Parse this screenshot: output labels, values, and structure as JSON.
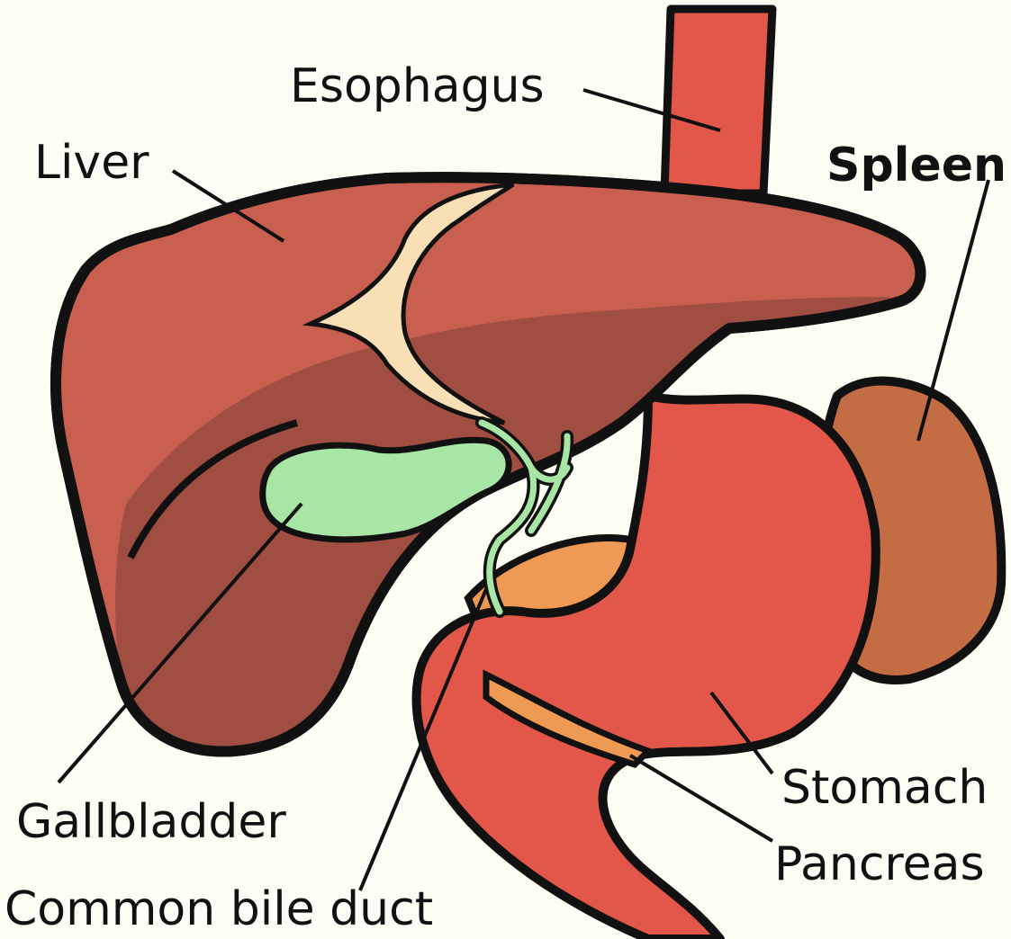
{
  "labels": {
    "esophagus": "Esophagus",
    "liver": "Liver",
    "spleen": "Spleen",
    "gallbladder": "Gallbladder",
    "common_bile_duct": "Common bile duct",
    "stomach": "Stomach",
    "pancreas": "Pancreas"
  },
  "colors": {
    "background": "#fdfdf3",
    "liver_light": "#c9604f",
    "liver_dark": "#a04e42",
    "esophagus_stomach": "#e2574a",
    "spleen": "#c46d45",
    "gallbladder": "#a8e6a6",
    "pancreas": "#ee9a55",
    "ligament": "#f8dfb5",
    "outline": "#111111"
  }
}
